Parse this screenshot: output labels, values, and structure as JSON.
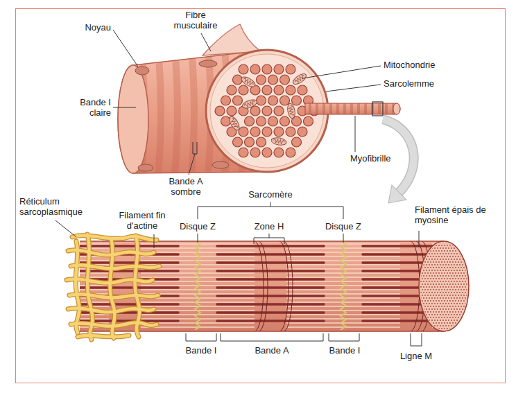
{
  "diagram": {
    "labels": [
      "Noyau",
      "Fibre musculaire",
      "Mitochondrie",
      "Sarcolemme",
      "Bande I claire",
      "Bande A sombre",
      "Myofibrille",
      "Sarcomère",
      "Réticulum sarcoplasmique",
      "Filament fin d'actine",
      "Disque Z",
      "Zone H",
      "Disque Z",
      "Filament épais de myosine",
      "Bande I",
      "Bande A",
      "Bande I",
      "Ligne M"
    ]
  }
}
